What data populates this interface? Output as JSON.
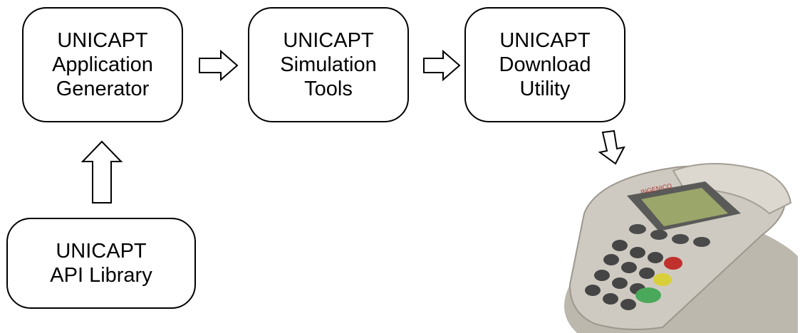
{
  "boxes": {
    "app_generator": {
      "lines": [
        "UNICAPT",
        "Application",
        "Generator"
      ]
    },
    "simulation_tools": {
      "lines": [
        "UNICAPT",
        "Simulation",
        "Tools"
      ]
    },
    "download_utility": {
      "lines": [
        "UNICAPT",
        "Download",
        "Utility"
      ]
    },
    "api_library": {
      "lines": [
        "UNICAPT",
        "API Library"
      ]
    }
  },
  "device": {
    "brand_text": "INGENICO",
    "screen_color": "#9aa66a",
    "body_color": "#c9c4bb",
    "keypad_color": "#4b4b4b"
  },
  "colors": {
    "stroke": "#000000",
    "background": "#ffffff"
  }
}
